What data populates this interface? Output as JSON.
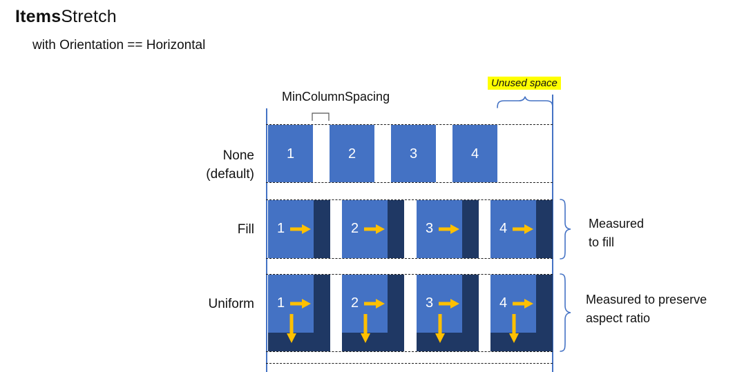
{
  "title": {
    "part_bold": "Items",
    "part_regular": "Stretch"
  },
  "subtitle": "with Orientation == Horizontal",
  "annotations": {
    "min_column_spacing": "MinColumnSpacing",
    "unused_space": "Unused space"
  },
  "rows": {
    "none": {
      "label_line1": "None",
      "label_line2": "(default)",
      "items": [
        "1",
        "2",
        "3",
        "4"
      ]
    },
    "fill": {
      "label": "Fill",
      "items": [
        "1",
        "2",
        "3",
        "4"
      ],
      "annotation_line1": "Measured",
      "annotation_line2": "to fill"
    },
    "uniform": {
      "label": "Uniform",
      "items": [
        "1",
        "2",
        "3",
        "4"
      ],
      "annotation_line1": "Measured to preserve",
      "annotation_line2": "aspect ratio"
    }
  },
  "colors": {
    "item_fill": "#4472c4",
    "stretch_fill": "#1f3864",
    "arrow": "#ffc000",
    "highlight": "#ffff00",
    "guide_blue": "#4472c4",
    "dashed_line": "#1a1a1a"
  }
}
